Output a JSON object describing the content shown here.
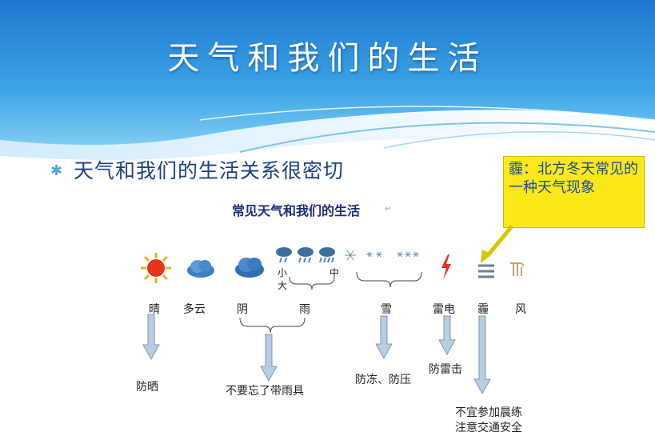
{
  "slide": {
    "title": "天气和我们的生活",
    "bullet": "天气和我们的生活关系很密切",
    "callout": "霾：北方冬天常见的一种天气现象"
  },
  "diagram": {
    "title": "常见天气和我们的生活",
    "weather_labels": {
      "sunny": "晴",
      "partly_cloudy": "多云",
      "overcast": "阴",
      "rain": "雨",
      "snow": "雪",
      "thunder": "雷电",
      "haze": "霾",
      "wind": "风"
    },
    "rain_sizes": {
      "small": "小",
      "medium": "中",
      "large": "大"
    },
    "advice": {
      "sun": "防晒",
      "rain": "不要忘了带雨具",
      "snow": "防冻、防压",
      "thunder": "防雷击",
      "haze_line1": "不宜参加晨练",
      "haze_line2": "注意交通安全"
    },
    "paragraph_mark": "↵"
  },
  "colors": {
    "header_blue": "#1a73c9",
    "callout_yellow": "#fbe818",
    "arrow_blue": "#b9cde2",
    "bullet_text": "#1b3f86"
  }
}
